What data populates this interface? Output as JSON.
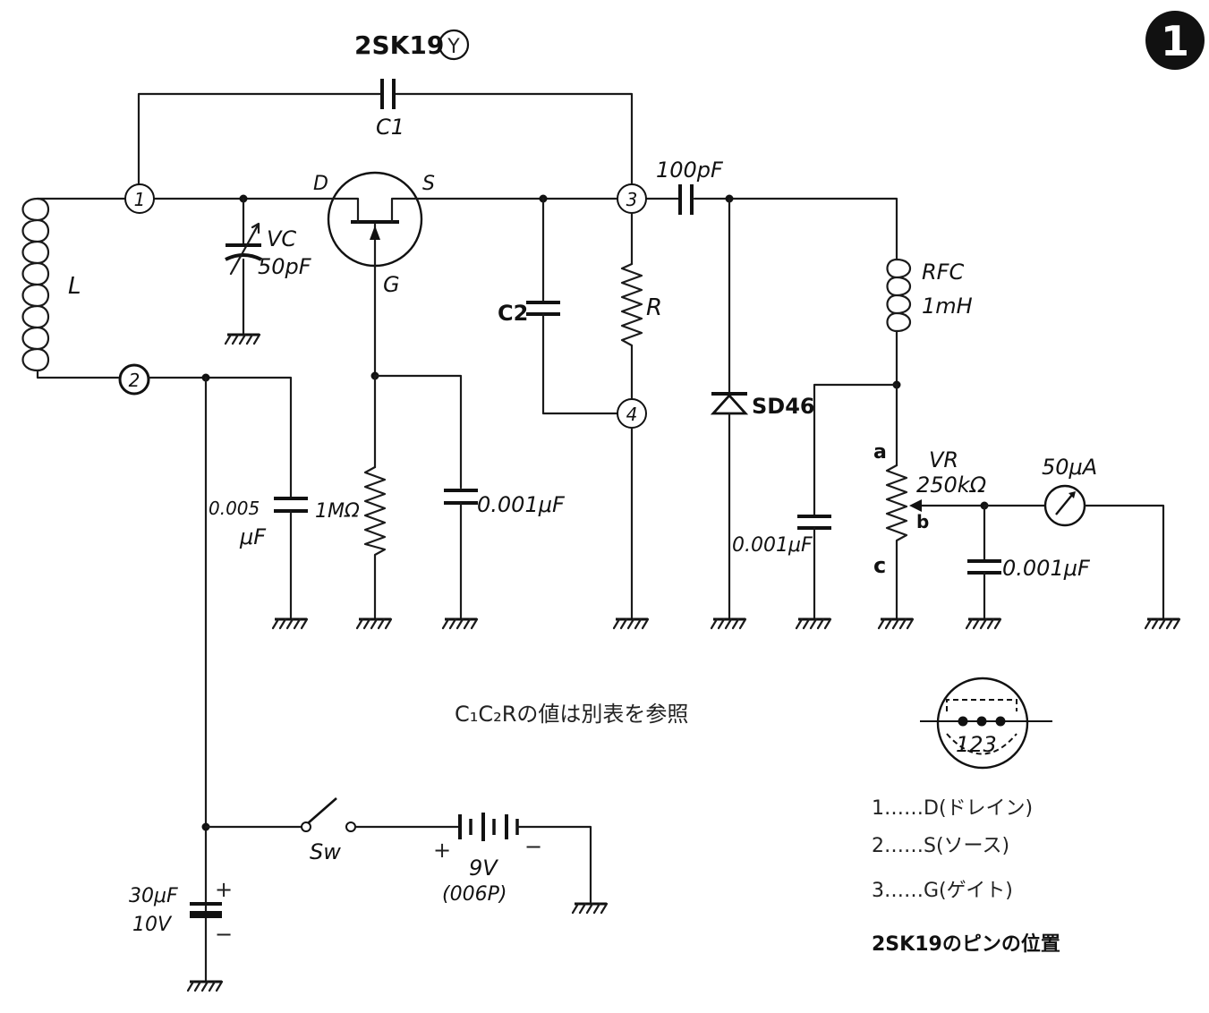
{
  "figure_number": "1",
  "transistor": {
    "part": "2SK19",
    "grade": "Y",
    "drain": "D",
    "source": "S",
    "gate": "G"
  },
  "components": {
    "c1": "C1",
    "l": "L",
    "vc_name": "VC",
    "vc_value": "50pF",
    "c_100pf": "100pF",
    "rfc_name": "RFC",
    "rfc_value": "1mH",
    "c2": "C2",
    "r": "R",
    "diode": "SD46",
    "c_0005_a": "0.005",
    "c_0005_b": "μF",
    "r_1m": "1MΩ",
    "c_0001_gate": "0.001μF",
    "c_0001_vr": "0.001μF",
    "c_0001_meter": "0.001μF",
    "vr_name": "VR",
    "vr_value": "250kΩ",
    "vr_a": "a",
    "vr_b": "b",
    "vr_c": "c",
    "meter": "50μA",
    "switch": "Sw",
    "battery_plus": "+",
    "battery_minus": "−",
    "battery_voltage": "9V",
    "battery_type": "(006P)",
    "cap_30_a": "30μF",
    "cap_30_b": "10V",
    "cap_30_plus": "+",
    "cap_30_minus": "−"
  },
  "nodes": [
    "1",
    "2",
    "3",
    "4"
  ],
  "note": "C₁C₂Rの値は別表を参照",
  "pinout": {
    "pin_numbers": "123",
    "rows": [
      "1……D(ドレイン)",
      "2……S(ソース)",
      "3……G(ゲイト)"
    ],
    "caption": "2SK19のピンの位置"
  }
}
